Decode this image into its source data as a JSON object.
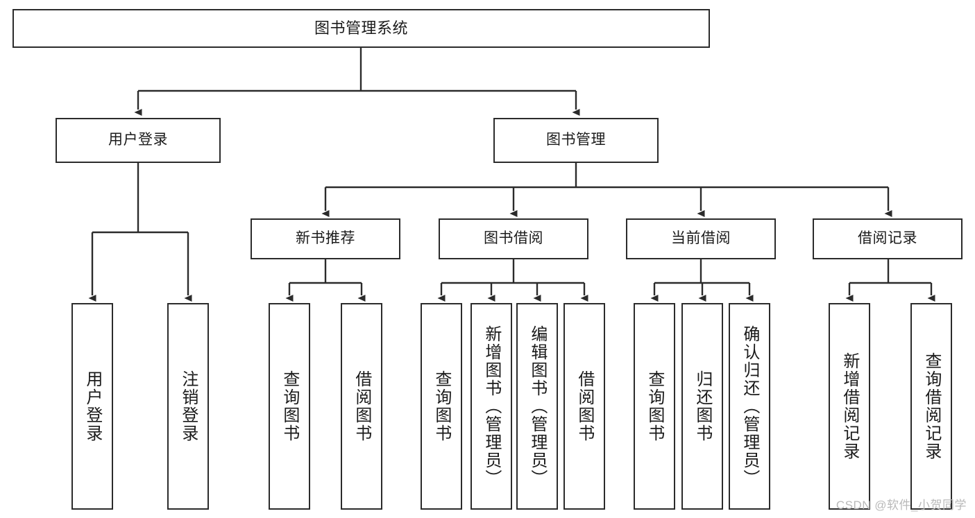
{
  "diagram": {
    "title": "图书管理系统",
    "type": "tree-hierarchy",
    "background_color": "#ffffff",
    "line_color": "#2b2b2b",
    "box_border_color": "#2b2b2b",
    "box_fill_color": "#ffffff",
    "text_color": "#1b1b1b"
  },
  "nodes": {
    "root": {
      "label": "图书管理系统"
    },
    "level2": [
      {
        "label": "用户登录"
      },
      {
        "label": "图书管理"
      }
    ],
    "level3": [
      {
        "label": "新书推荐"
      },
      {
        "label": "图书借阅"
      },
      {
        "label": "当前借阅"
      },
      {
        "label": "借阅记录"
      }
    ],
    "leaves": {
      "user_login": [
        {
          "label": "用户登录"
        },
        {
          "label": "注销登录"
        }
      ],
      "new_book_recommend": [
        {
          "label": "查询图书"
        },
        {
          "label": "借阅图书"
        }
      ],
      "book_borrow": [
        {
          "label": "查询图书"
        },
        {
          "label": "新增图书（管理员）"
        },
        {
          "label": "编辑图书（管理员）"
        },
        {
          "label": "借阅图书"
        }
      ],
      "current_borrow": [
        {
          "label": "查询图书"
        },
        {
          "label": "归还图书"
        },
        {
          "label": "确认归还（管理员）"
        }
      ],
      "borrow_record": [
        {
          "label": "新增借阅记录"
        },
        {
          "label": "查询借阅记录"
        }
      ]
    }
  },
  "watermark": {
    "text": "CSDN @软件_小贺同学",
    "color": "#b9b9b9"
  }
}
